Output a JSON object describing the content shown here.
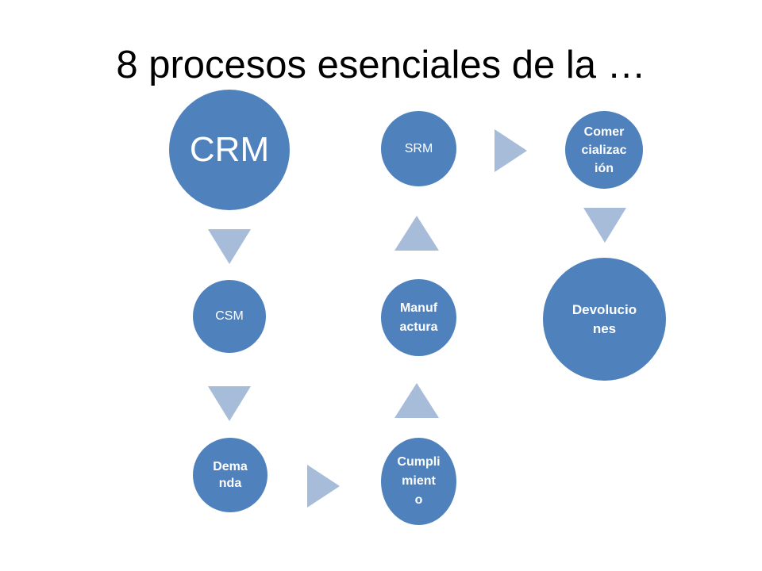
{
  "title": "8 procesos esenciales de la …",
  "colors": {
    "node": "#4f81bd",
    "arrow": "#a7bcd9",
    "text": "#ffffff"
  },
  "nodes": {
    "crm": "CRM",
    "csm": "CSM",
    "demanda": "Dema nda",
    "cumplimiento": "Cumpli mient o",
    "manufactura": "Manuf actura",
    "srm": "SRM",
    "comercializacion": "Comer cializac ión",
    "devoluciones": "Devolucio nes"
  },
  "connections": [
    {
      "from": "CRM",
      "to": "CSM",
      "arrow": "down"
    },
    {
      "from": "CSM",
      "to": "Demanda",
      "arrow": "down"
    },
    {
      "from": "Demanda",
      "to": "Cumplimiento",
      "arrow": "right"
    },
    {
      "from": "Cumplimiento",
      "to": "Manufactura",
      "arrow": "up"
    },
    {
      "from": "Manufactura",
      "to": "SRM",
      "arrow": "up"
    },
    {
      "from": "SRM",
      "to": "Comercialización",
      "arrow": "right"
    },
    {
      "from": "Comercialización",
      "to": "Devoluciones",
      "arrow": "down"
    }
  ]
}
